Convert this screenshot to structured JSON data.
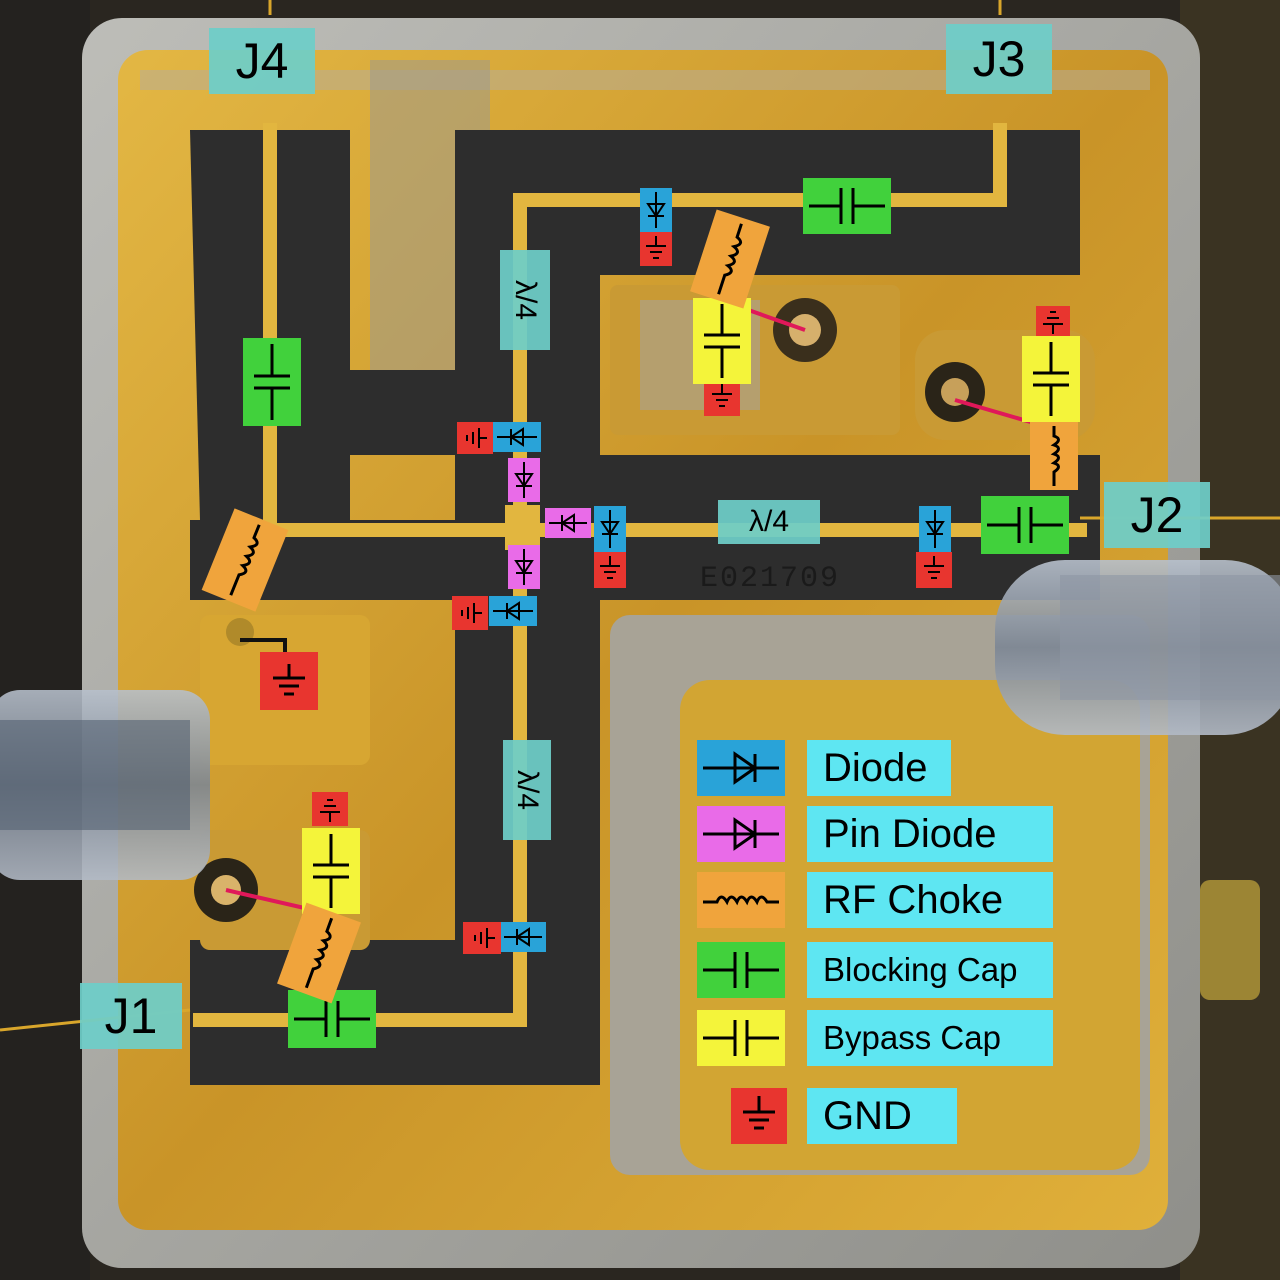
{
  "ports": {
    "j1": "J1",
    "j2": "J2",
    "j3": "J3",
    "j4": "J4"
  },
  "quarter_wave": "λ/4",
  "pcb_marking": "E021709",
  "legend": [
    {
      "key": "diode",
      "label": "Diode",
      "color": "#29a3d8"
    },
    {
      "key": "pin-diode",
      "label": "Pin Diode",
      "color": "#e96be8"
    },
    {
      "key": "rf-choke",
      "label": "RF Choke",
      "color": "#f0a43c"
    },
    {
      "key": "blocking-cap",
      "label": "Blocking Cap",
      "color": "#41d13c"
    },
    {
      "key": "bypass-cap",
      "label": "Bypass Cap",
      "color": "#f4f43a"
    },
    {
      "key": "gnd",
      "label": "GND",
      "color": "#e8352f"
    }
  ],
  "colors": {
    "gold": "#d7a632",
    "substrate": "#2d2d2d",
    "metal_frame": "#a9a9a4",
    "port_label_bg": "#6ecdc8",
    "legend_label_bg": "#5ee6f2",
    "lead_line": "#e0185a"
  }
}
